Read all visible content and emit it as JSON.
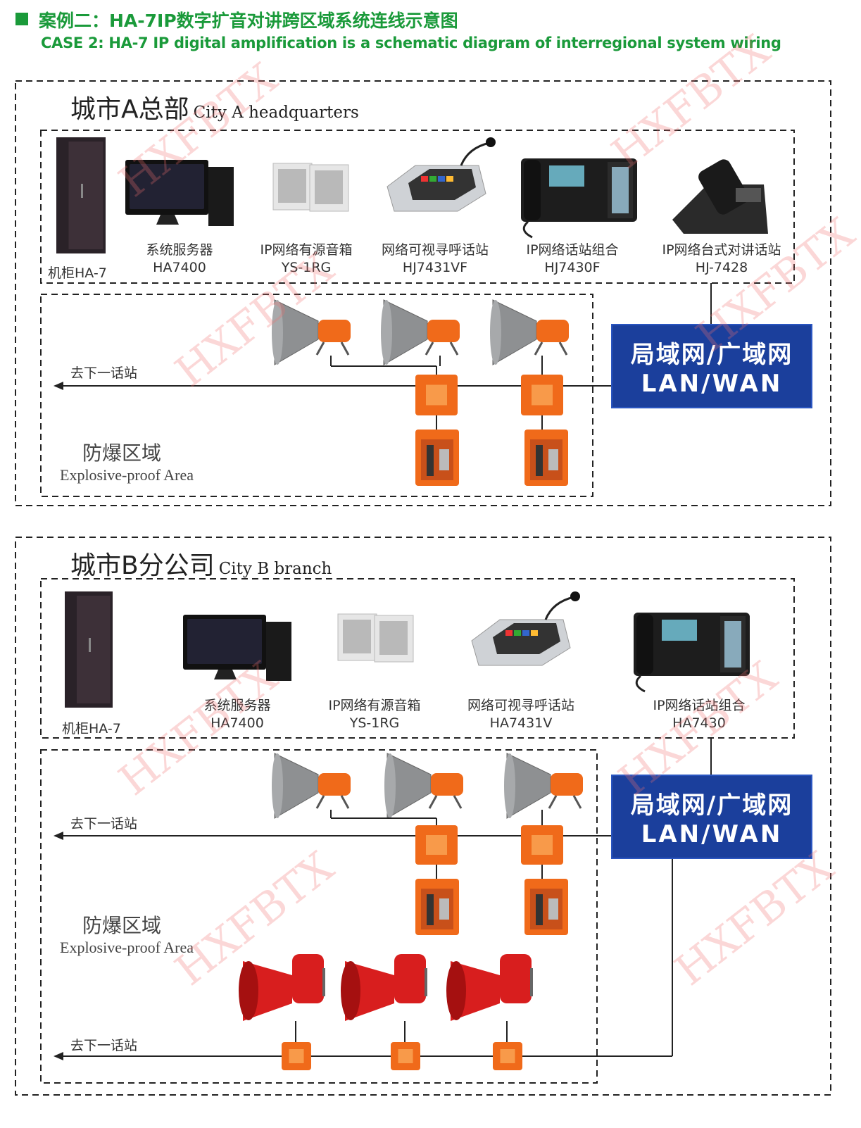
{
  "header": {
    "title": "案例二：HA-7IP数字扩音对讲跨区域系统连线示意图",
    "subtitle": "CASE 2: HA-7 IP digital amplification is a schematic diagram of interregional system wiring"
  },
  "colors": {
    "accent": "#1a9a3a",
    "lan": "#1b3f9c",
    "device_orange": "#f06a1a",
    "alarm_red": "#d81e1e"
  },
  "watermark": "HXFBTX",
  "city_a": {
    "title_zh": "城市A总部",
    "title_en": "City A headquarters",
    "cabinet": "机柜HA-7",
    "devices": [
      {
        "name": "系统服务器",
        "model": "HA7400"
      },
      {
        "name": "IP网络有源音箱",
        "model": "YS-1RG"
      },
      {
        "name": "网络可视寻呼话站",
        "model": "HJ7431VF"
      },
      {
        "name": "IP网络话站组合",
        "model": "HJ7430F"
      },
      {
        "name": "IP网络台式对讲话站",
        "model": "HJ-7428"
      }
    ],
    "lan_zh": "局域网/广域网",
    "lan_en": "LAN/WAN",
    "next_station": "去下一话站",
    "zone_zh": "防爆区域",
    "zone_en": "Explosive-proof Area"
  },
  "city_b": {
    "title_zh": "城市B分公司",
    "title_en": "City B branch",
    "cabinet": "机柜HA-7",
    "devices": [
      {
        "name": "系统服务器",
        "model": "HA7400"
      },
      {
        "name": "IP网络有源音箱",
        "model": "YS-1RG"
      },
      {
        "name": "网络可视寻呼话站",
        "model": "HA7431V"
      },
      {
        "name": "IP网络话站组合",
        "model": "HA7430"
      }
    ],
    "lan_zh": "局域网/广域网",
    "lan_en": "LAN/WAN",
    "next_station_1": "去下一话站",
    "next_station_2": "去下一话站",
    "zone_zh": "防爆区域",
    "zone_en": "Explosive-proof Area"
  }
}
